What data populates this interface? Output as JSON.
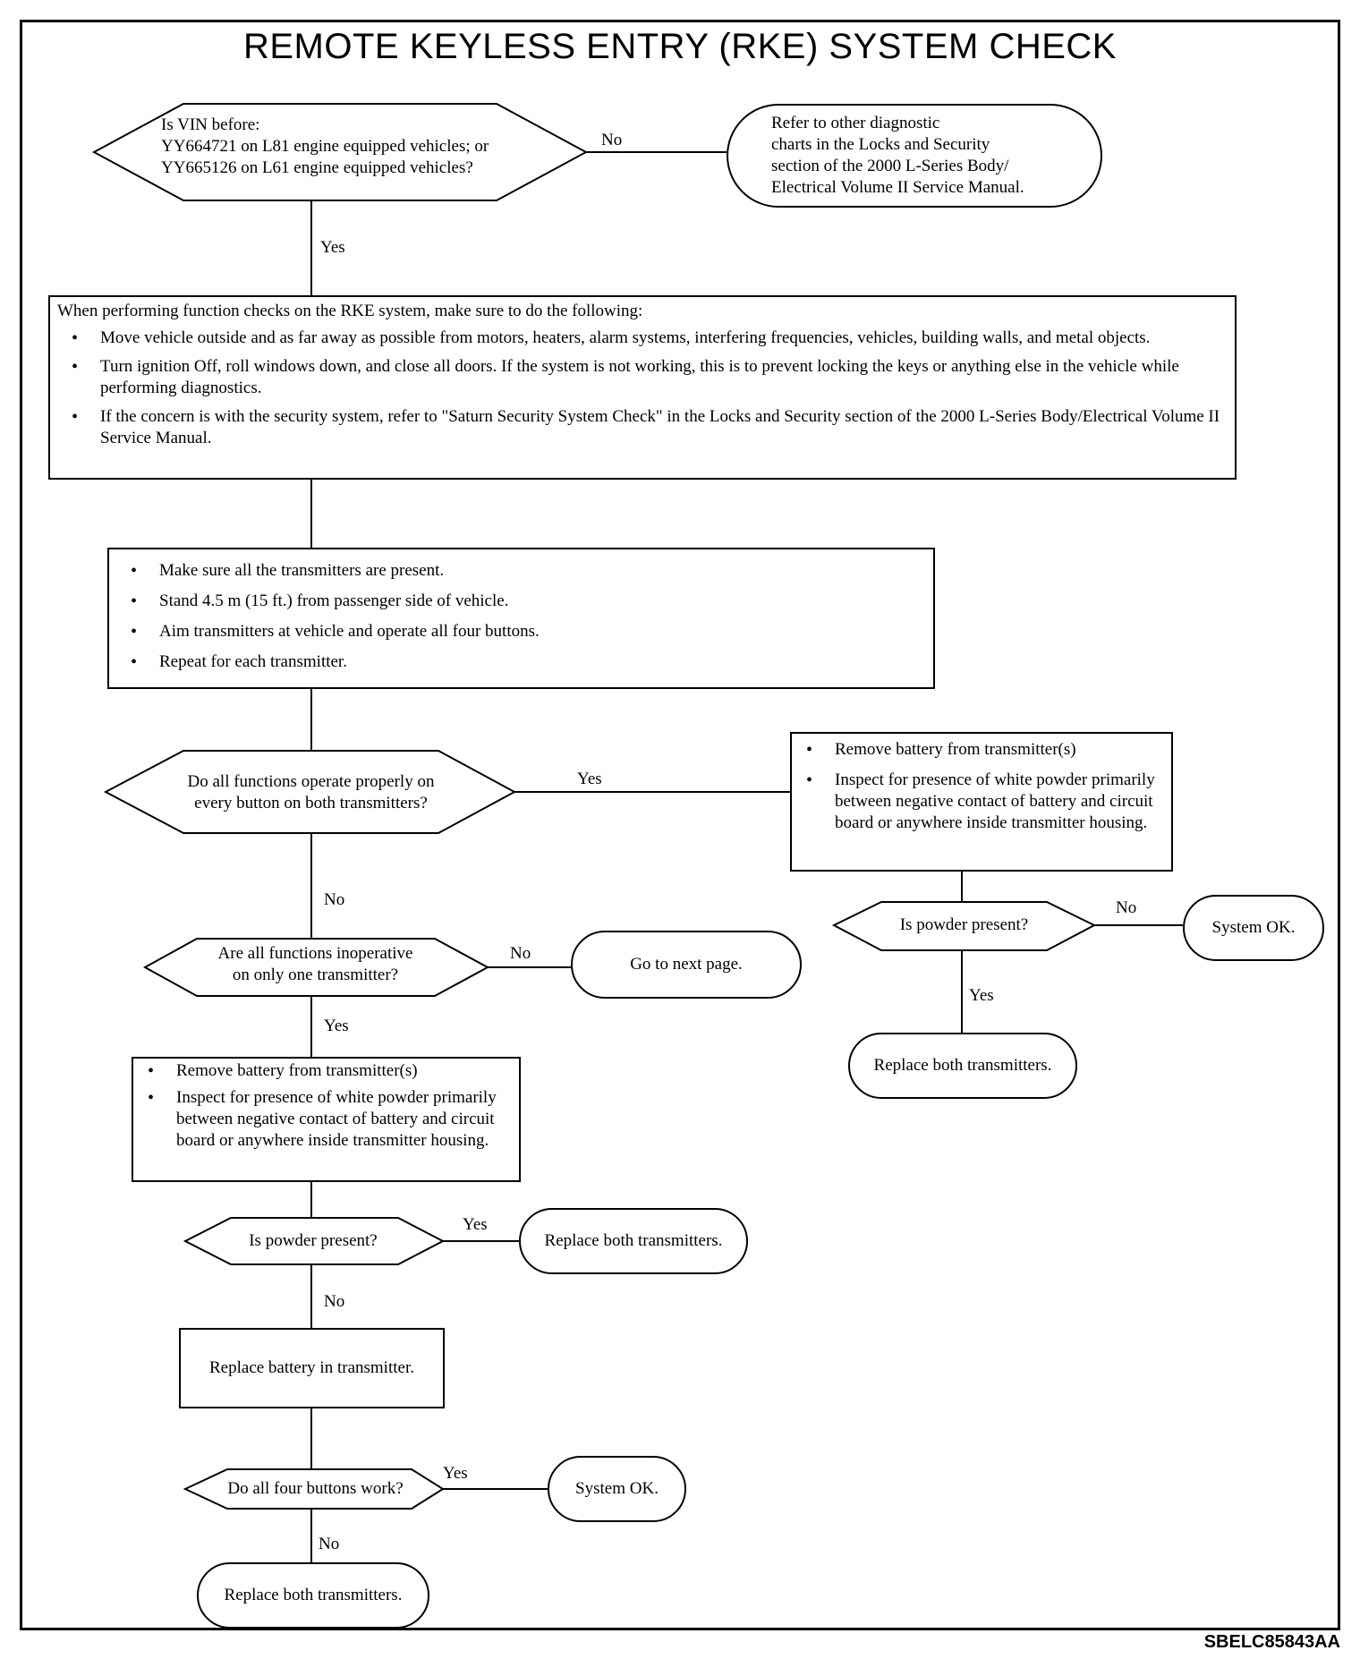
{
  "title": "REMOTE KEYLESS ENTRY (RKE) SYSTEM CHECK",
  "figure_code": "SBELC85843AA",
  "d1": {
    "lines": [
      "Is VIN before:",
      "YY664721 on L81 engine equipped vehicles; or",
      "YY665126 on L61 engine equipped vehicles?"
    ],
    "no": "No",
    "yes": "Yes"
  },
  "t1": {
    "lines": [
      "Refer to other diagnostic",
      "charts in the Locks and Security",
      "section of the 2000 L-Series Body/",
      "Electrical Volume II Service Manual."
    ]
  },
  "p1": {
    "heading": "When performing function checks on the RKE system, make sure to do the following:",
    "items": [
      "Move vehicle outside and as far away as possible from motors, heaters, alarm systems, interfering frequencies, vehicles, building walls, and metal objects.",
      "Turn ignition Off, roll windows down, and close all doors. If the system is not working, this is to prevent locking the keys or anything else in the vehicle while performing diagnostics.",
      "If the concern is with the security system, refer to \"Saturn Security System Check\" in the Locks and Security section of the 2000 L-Series Body/Electrical Volume II Service Manual."
    ]
  },
  "p2": {
    "items": [
      "Make sure all the transmitters are present.",
      "Stand 4.5 m (15 ft.) from passenger side of vehicle.",
      "Aim transmitters at vehicle and operate all four buttons.",
      "Repeat for each transmitter."
    ]
  },
  "d2": {
    "lines": [
      "Do all functions operate properly on",
      "every button on both transmitters?"
    ],
    "yes": "Yes",
    "no": "No"
  },
  "p3": {
    "items": [
      "Remove battery from transmitter(s)",
      "Inspect for presence of white powder primarily between negative contact of battery and circuit board or anywhere inside transmitter housing."
    ]
  },
  "d3": {
    "text": "Is powder present?",
    "no": "No",
    "yes": "Yes"
  },
  "t2": {
    "text": "System OK."
  },
  "t3": {
    "text": "Replace both transmitters."
  },
  "d4": {
    "lines": [
      "Are all functions inoperative",
      "on only one transmitter?"
    ],
    "no": "No",
    "yes": "Yes"
  },
  "t4": {
    "text": "Go to next page."
  },
  "p4": {
    "items": [
      "Remove battery from transmitter(s)",
      "Inspect for presence of white powder primarily between negative contact of battery and circuit board or anywhere inside transmitter housing."
    ]
  },
  "d5": {
    "text": "Is powder present?",
    "yes": "Yes",
    "no": "No"
  },
  "t5": {
    "text": "Replace both transmitters."
  },
  "p5": {
    "text": "Replace battery in transmitter."
  },
  "d6": {
    "text": "Do all four buttons work?",
    "yes": "Yes",
    "no": "No"
  },
  "t6": {
    "text": "System OK."
  },
  "t7": {
    "text": "Replace both transmitters."
  }
}
